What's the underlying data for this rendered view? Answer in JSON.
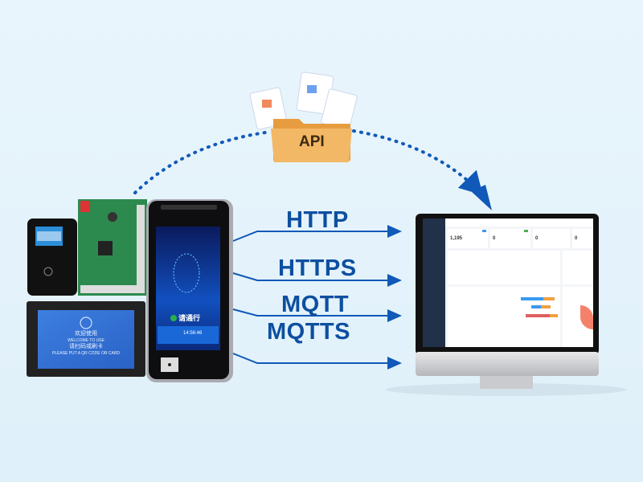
{
  "protocols": [
    "HTTP",
    "HTTPS",
    "MQTT",
    "MQTTS"
  ],
  "api": {
    "label": "API"
  },
  "colors": {
    "accent": "#0d4fa0",
    "background": "#e6f3fb",
    "folder": "#f2b564",
    "arrow": "#1059b8"
  },
  "tablet": {
    "welcome_cn": "欢迎使用",
    "welcome_en": "WELCOME TO USE",
    "prompt_cn": "请扫码或刷卡",
    "prompt_en": "PLEASE PUT A QR CODE OR CARD"
  },
  "terminal": {
    "pass_text": "请通行",
    "time": "14:56:46"
  },
  "dashboard": {
    "metrics": [
      "1,195",
      "0",
      "0",
      "0"
    ]
  }
}
